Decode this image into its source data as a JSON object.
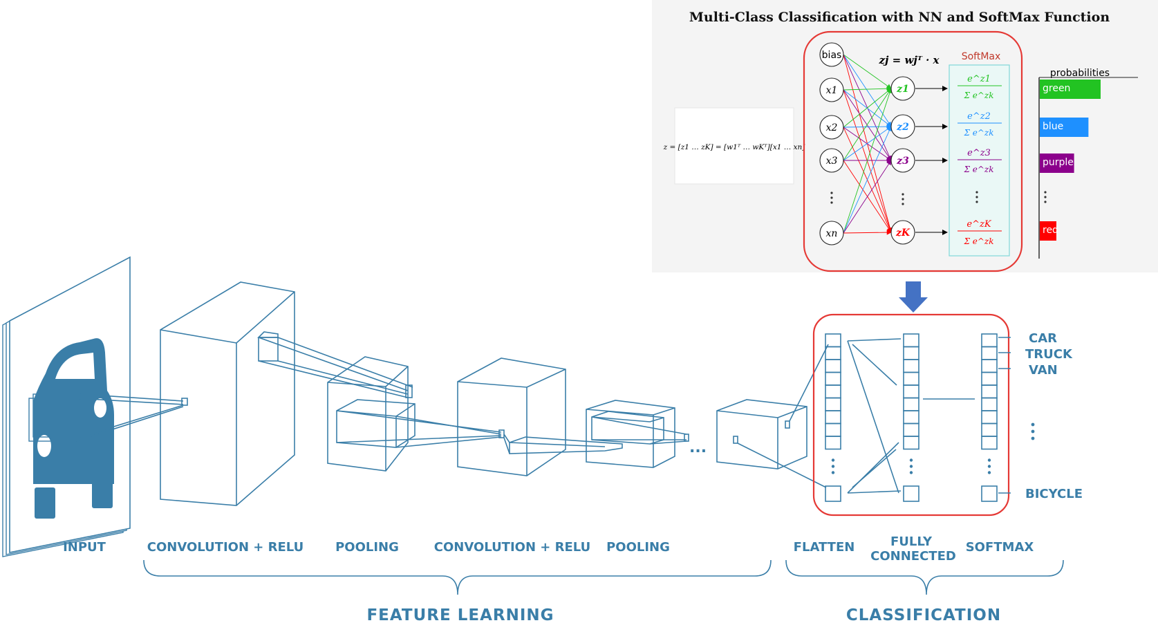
{
  "cnn": {
    "stage_labels": {
      "input": "INPUT",
      "conv1": "CONVOLUTION + RELU",
      "pool1": "POOLING",
      "conv2": "CONVOLUTION + RELU",
      "pool2": "POOLING",
      "flatten": "FLATTEN",
      "fc_line1": "FULLY",
      "fc_line2": "CONNECTED",
      "softmax": "SOFTMAX"
    },
    "groups": {
      "feature_learning": "FEATURE LEARNING",
      "classification": "CLASSIFICATION"
    },
    "outputs": [
      "CAR",
      "TRUCK",
      "VAN",
      "BICYCLE"
    ],
    "ellipsis": "..."
  },
  "inset": {
    "title": "Multi-Class Classification with NN and SoftMax Function",
    "bias": "bias",
    "inputs": [
      "x1",
      "x2",
      "x3",
      "xn"
    ],
    "outputs": [
      "z1",
      "z2",
      "z3",
      "zK"
    ],
    "equation": "zj = wjᵀ · x",
    "softmax_label": "SoftMax",
    "matrix_equation": "z = [z1 … zK] = [w1ᵀ … wKᵀ][x1 … xn]",
    "probabilities_label": "probabilities",
    "classes": [
      {
        "name": "green",
        "color": "#22c322",
        "value": 0.55
      },
      {
        "name": "blue",
        "color": "#1e90ff",
        "value": 0.44
      },
      {
        "name": "purple",
        "color": "#8b008b",
        "value": 0.31
      },
      {
        "name": "red",
        "color": "#ff0000",
        "value": 0.15
      }
    ],
    "colors": {
      "frame": "#e53935",
      "softmax_box": "#7fd8d8",
      "arrow": "#4472c4"
    }
  }
}
